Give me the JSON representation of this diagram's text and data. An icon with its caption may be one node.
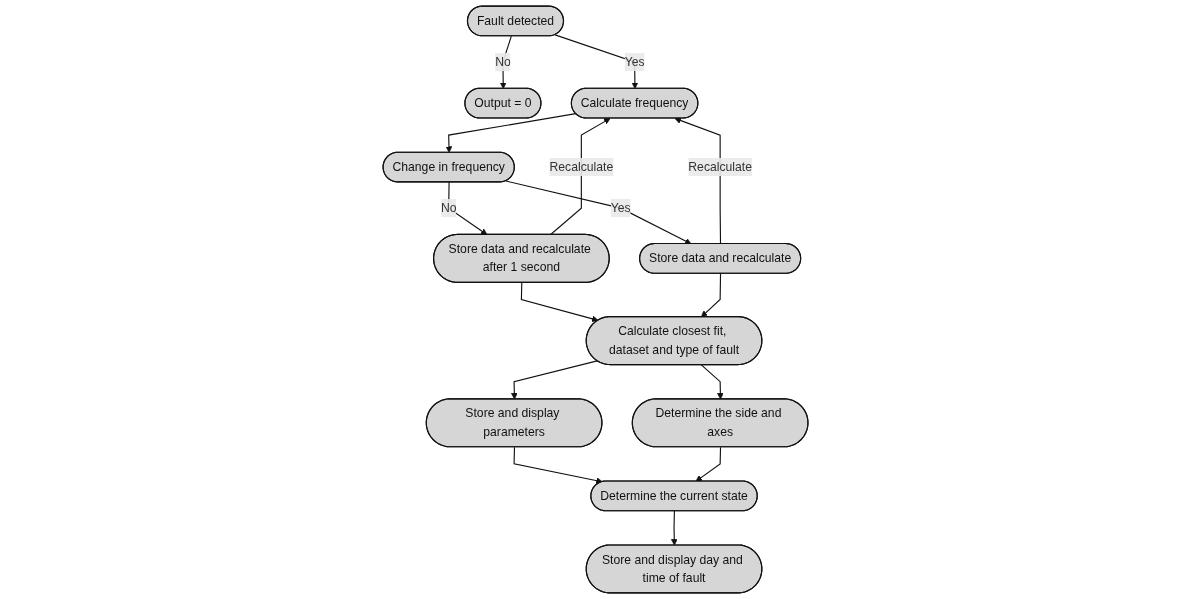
{
  "diagram": {
    "nodes": [
      {
        "text": [
          "Fault detected"
        ]
      },
      {
        "text": [
          "Output = 0"
        ]
      },
      {
        "text": [
          "Calculate frequency"
        ]
      },
      {
        "text": [
          "Change in frequency"
        ]
      },
      {
        "text": [
          "Store data and recalculate after 1 second"
        ]
      },
      {
        "text": [
          "Store data and recalculate"
        ]
      },
      {
        "text": [
          "Calculate closest fit, dataset and type of fault"
        ]
      },
      {
        "text": [
          "Store and display parameters"
        ]
      },
      {
        "text": [
          "Determine the side and axes"
        ]
      },
      {
        "text": [
          "Determine the current state"
        ]
      },
      {
        "text": [
          "Store and display day and time of fault"
        ]
      }
    ],
    "edges": [
      {
        "from": 0,
        "to": 1,
        "arrow": "to",
        "label": "No"
      },
      {
        "from": 0,
        "to": 2,
        "arrow": "to",
        "label": "Yes"
      },
      {
        "from": 2,
        "to": 3,
        "arrow": "to"
      },
      {
        "from": 3,
        "to": 4,
        "arrow": "to",
        "label": "No"
      },
      {
        "from": 4,
        "to": 2,
        "arrow": "to",
        "label": "Recalculate"
      },
      {
        "from": 3,
        "to": 5,
        "arrow": "to",
        "label": "Yes"
      },
      {
        "from": 5,
        "to": 2,
        "arrow": "to",
        "label": "Recalculate"
      },
      {
        "from": 4,
        "to": 6,
        "arrow": "to"
      },
      {
        "from": 5,
        "to": 6,
        "arrow": "to"
      },
      {
        "from": 6,
        "to": 7,
        "arrow": "to"
      },
      {
        "from": 6,
        "to": 8,
        "arrow": "to"
      },
      {
        "from": 7,
        "to": 9,
        "arrow": "to"
      },
      {
        "from": 8,
        "to": 9,
        "arrow": "to"
      },
      {
        "from": 9,
        "to": 10,
        "arrow": "to"
      }
    ]
  }
}
